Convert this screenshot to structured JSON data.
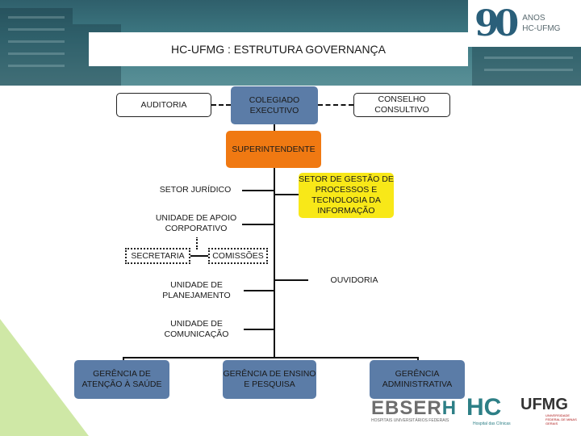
{
  "header": {
    "title": "HC-UFMG : ESTRUTURA GOVERNANÇA",
    "logo_number": "90",
    "logo_line1": "ANOS",
    "logo_line2": "HC-UFMG"
  },
  "nodes": {
    "auditoria": "AUDITORIA",
    "colegiado": "COLEGIADO EXECUTIVO",
    "conselho": "CONSELHO CONSULTIVO",
    "superintendente": "SUPERINTENDENTE",
    "setor_juridico": "SETOR JURÍDICO",
    "setor_gestao": "SETOR DE GESTÃO DE PROCESSOS E TECNOLOGIA DA INFORMAÇÃO",
    "unidade_apoio": "UNIDADE DE APOIO CORPORATIVO",
    "secretaria": "SECRETARIA",
    "comissoes": "COMISSÕES",
    "ouvidoria": "OUVIDORIA",
    "unidade_planejamento": "UNIDADE DE PLANEJAMENTO",
    "unidade_comunicacao": "UNIDADE DE COMUNICAÇÃO",
    "gerencia_saude": "GERÊNCIA DE ATENÇÃO À SAÚDE",
    "gerencia_ensino": "GERÊNCIA DE ENSINO E PESQUISA",
    "gerencia_adm": "GERÊNCIA ADMINISTRATIVA"
  },
  "logos": {
    "ebserh_main": "EBSER",
    "ebserh_h": "H",
    "ebserh_sub": "HOSPITAIS UNIVERSITÁRIOS FEDERAIS",
    "hc": "HC",
    "hc_sub": "Hospital das Clínicas",
    "ufmg": "UFMG",
    "ufmg_sub": "UNIVERSIDADE FEDERAL DE MINAS GERAIS"
  },
  "colors": {
    "executive": "#5b7ca7",
    "superintendent": "#f07912",
    "highlight": "#f8e818",
    "header_bg": "#3e7a84",
    "accent_triangle": "#cfe8a6"
  }
}
